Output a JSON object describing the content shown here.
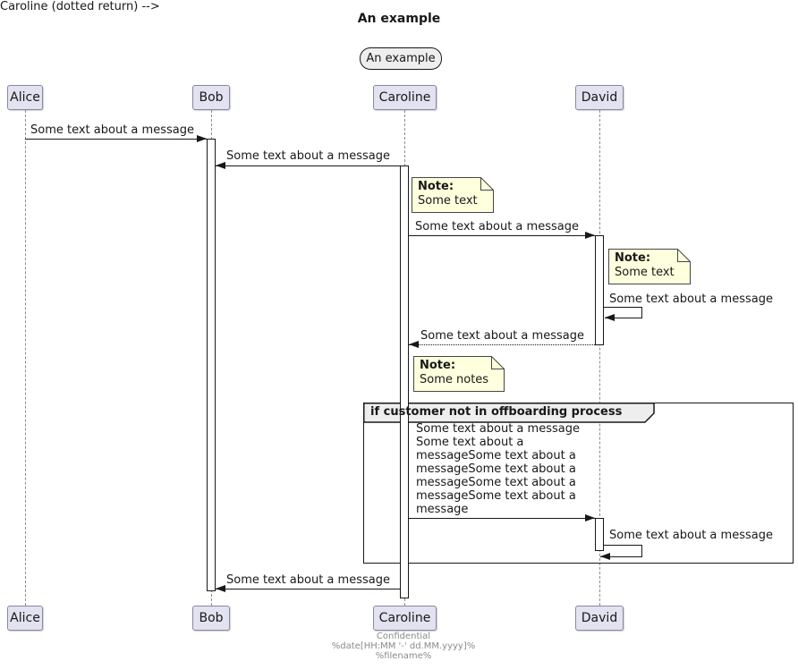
{
  "title": "An example",
  "frame_label": "An example",
  "participants": [
    "Alice",
    "Bob",
    "Caroline",
    "David"
  ],
  "messages": {
    "m1": "Some text about a message",
    "m2": "Some text about a message",
    "m3": "Some text about a message",
    "m4": "Some text about a message",
    "m5": "Some text about a message",
    "m6": "Some text about a message\nSome text about a\nmessageSome text about a\nmessageSome text about a\nmessageSome text about a\nmessageSome text about a\nmessage",
    "m7": "Some text about a message",
    "m8": "Some text about a message"
  },
  "notes": [
    {
      "heading": "Note:",
      "body": "Some text"
    },
    {
      "heading": "Note:",
      "body": "Some text"
    },
    {
      "heading": "Note:",
      "body": "Some notes"
    }
  ],
  "group": {
    "label": "if customer not in offboarding process"
  },
  "footer": [
    "Confidential",
    "%date[HH:MM '-' dd.MM.yyyy]%",
    "%filename%"
  ],
  "colors": {
    "participant_fill": "#E2E2F0",
    "frame_fill": "#EEEEEE",
    "note_fill": "#FEFFDD",
    "note_border": "#454645",
    "group_header_fill": "#EEEEEE",
    "line": "#181818",
    "lifeline": "#8C8C8C",
    "footer_text": "#8A8A8A"
  }
}
